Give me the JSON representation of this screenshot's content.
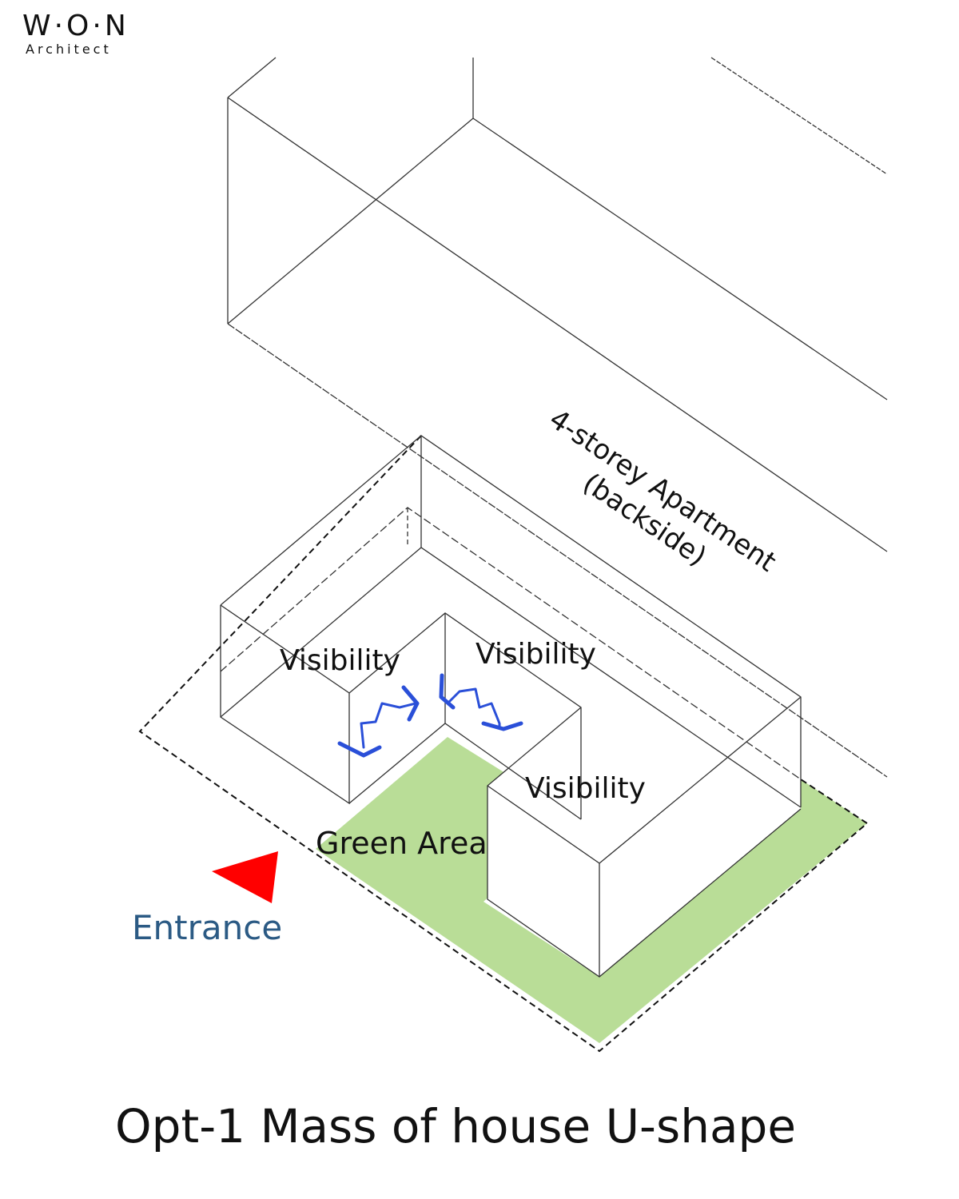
{
  "logo": {
    "main": "W·O·N",
    "sub": "Architect"
  },
  "labels": {
    "apartment_line1": "4-storey Apartment",
    "apartment_line2": "(backside)",
    "visibility_left": "Visibility",
    "visibility_right": "Visibility",
    "visibility_front": "Visibility",
    "green_area": "Green Area",
    "entrance": "Entrance"
  },
  "caption": "Opt-1 Mass of house U-shape",
  "colors": {
    "green": "#b9dd97",
    "arrow_blue": "#2a4fd8",
    "entrance_red": "#ff0000",
    "entrance_text": "#2b5a84"
  }
}
